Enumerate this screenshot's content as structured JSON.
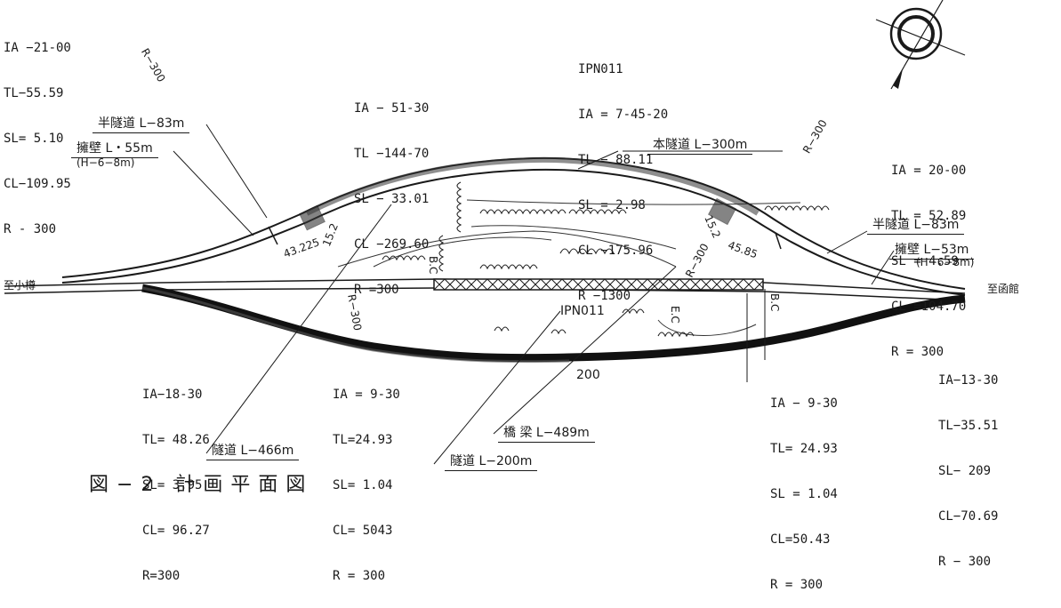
{
  "curves": {
    "top_left": [
      "IA −21-00",
      "TL−55.59",
      "SL= 5.10",
      "CL−109.95",
      "R - 300"
    ],
    "top_center": [
      "IA − 51-30",
      "TL −144-70",
      "SL − 33.01",
      "CL −269.60",
      "R =300"
    ],
    "ipn_top": [
      "IPN011",
      "IA = 7-45-20",
      "TL − 88.11",
      "SL = 2.98",
      "CL −175.96",
      "R −1300"
    ],
    "top_right": [
      "IA = 20-00",
      "TL = 52.89",
      "SL = 4.59",
      "CL =104.70",
      "R = 300"
    ],
    "bottom_left": [
      "IA−18-30",
      "TL= 48.26",
      "SL= 3.95",
      "CL= 96.27",
      "R=300"
    ],
    "bottom_center": [
      "IA = 9-30",
      "TL=24.93",
      "SL= 1.04",
      "CL= 5043",
      "R = 300"
    ],
    "bottom_right": [
      "IA − 9-30",
      "TL= 24.93",
      "SL = 1.04",
      "CL=50.43",
      "R = 300"
    ],
    "far_right": [
      "IA−13-30",
      "TL−35.51",
      "SL− 209",
      "CL−70.69",
      "R − 300"
    ]
  },
  "labels": {
    "half_tunnel_left": "半隧道 L−83m",
    "retaining_wall_left": "擁壁 L・55m",
    "retaining_wall_left_h": "(H−6−8m)",
    "main_tunnel": "本隧道 L−300m",
    "half_tunnel_right": "半隧道 L−83m",
    "retaining_wall_right": "擁壁 L−53m",
    "retaining_wall_right_h": "(H−6−8m)",
    "tunnel_bottom": "隧道 L−466m",
    "bridge": "橋 梁 L−489m",
    "tunnel_200": "隧道 L−200m",
    "ipn_lower": "IPN011",
    "num_200": "200",
    "dir_left": "至小樽",
    "dir_right": "至函館",
    "arc_r300_topleft": "R−300",
    "arc_r300_topright": "R−300",
    "arc_r300_mid": "R−300",
    "arc_r300_lower": "R−300",
    "station_43225": "43.225",
    "station_4585": "45.85",
    "mark_152_left": "15.2",
    "mark_152_right": "15.2",
    "mark_bc_left": "B.C",
    "mark_bc_right": "B.C",
    "mark_ec": "E.C"
  },
  "caption": "図−2 計画平面図"
}
